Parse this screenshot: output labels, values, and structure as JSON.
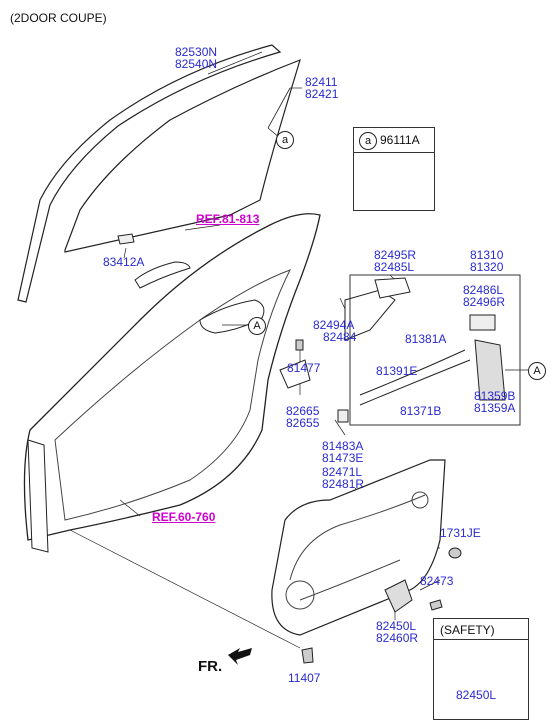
{
  "header": {
    "variant": "(2DOOR COUPE)"
  },
  "callouts": {
    "a": "a",
    "A": "A"
  },
  "legend_box": {
    "marker": "a",
    "part_no": "96111A"
  },
  "safety_box": {
    "title": "(SAFETY)",
    "part": "82450L"
  },
  "refs": {
    "ref1": "REF.81-813",
    "ref2": "REF.60-760"
  },
  "front_marker": "FR.",
  "parts": {
    "p82530": "82530N",
    "p82540": "82540N",
    "p82411": "82411",
    "p82421": "82421",
    "p83412": "83412A",
    "p82495": "82495R",
    "p82485": "82485L",
    "p81310": "81310",
    "p81320": "81320",
    "p82486": "82486L",
    "p82496": "82496R",
    "p82494": "82494A",
    "p82484": "82484",
    "p81381": "81381A",
    "p81477": "81477",
    "p81391": "81391E",
    "p81359b": "81359B",
    "p81359a": "81359A",
    "p81371": "81371B",
    "p82665": "82665",
    "p82655": "82655",
    "p81483": "81483A",
    "p81473": "81473E",
    "p82471": "82471L",
    "p82481": "82481R",
    "p1731": "1731JE",
    "p82473": "82473",
    "p82450l": "82450L",
    "p82460r": "82460R",
    "p11407": "11407"
  }
}
